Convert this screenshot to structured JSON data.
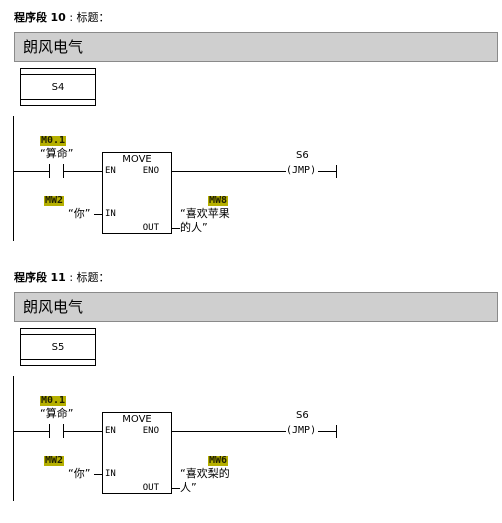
{
  "networks": [
    {
      "prefix": "程序段",
      "number": "10",
      "title_label": ": 标题：",
      "comment": "朗风电气",
      "label": "S4",
      "contact_addr": "M0.1",
      "contact_symbol": "“算命”",
      "box_title": "MOVE",
      "pin_en": "EN",
      "pin_eno": "ENO",
      "pin_in": "IN",
      "pin_out": "OUT",
      "in_addr": "MW2",
      "in_symbol": "“你”",
      "out_addr": "MW8",
      "out_symbol_1": "“喜欢苹果",
      "out_symbol_2": "的人”",
      "jump_target": "S6",
      "coil": "(JMP)"
    },
    {
      "prefix": "程序段",
      "number": "11",
      "title_label": ": 标题：",
      "comment": "朗风电气",
      "label": "S5",
      "contact_addr": "M0.1",
      "contact_symbol": "“算命”",
      "box_title": "MOVE",
      "pin_en": "EN",
      "pin_eno": "ENO",
      "pin_in": "IN",
      "pin_out": "OUT",
      "in_addr": "MW2",
      "in_symbol": "“你”",
      "out_addr": "MW6",
      "out_symbol_1": "“喜欢梨的",
      "out_symbol_2": "人”",
      "jump_target": "S6",
      "coil": "(JMP)"
    }
  ]
}
